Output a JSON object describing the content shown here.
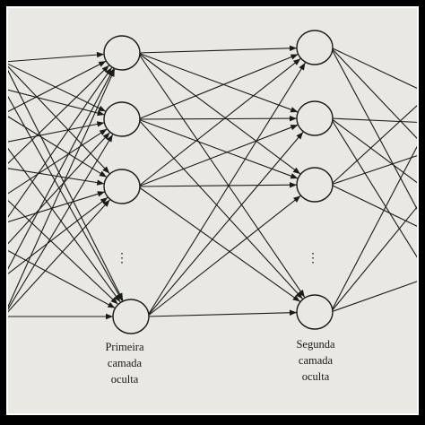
{
  "diagram": {
    "layer1_label": [
      "Primeira",
      "camada",
      "oculta"
    ],
    "layer2_label": [
      "Segunda",
      "camada",
      "oculta"
    ],
    "ellipsis": "⋮",
    "colors": {
      "paper": "#e9e8e3",
      "ink": "#1a1a1a",
      "frame": "#000000"
    }
  }
}
